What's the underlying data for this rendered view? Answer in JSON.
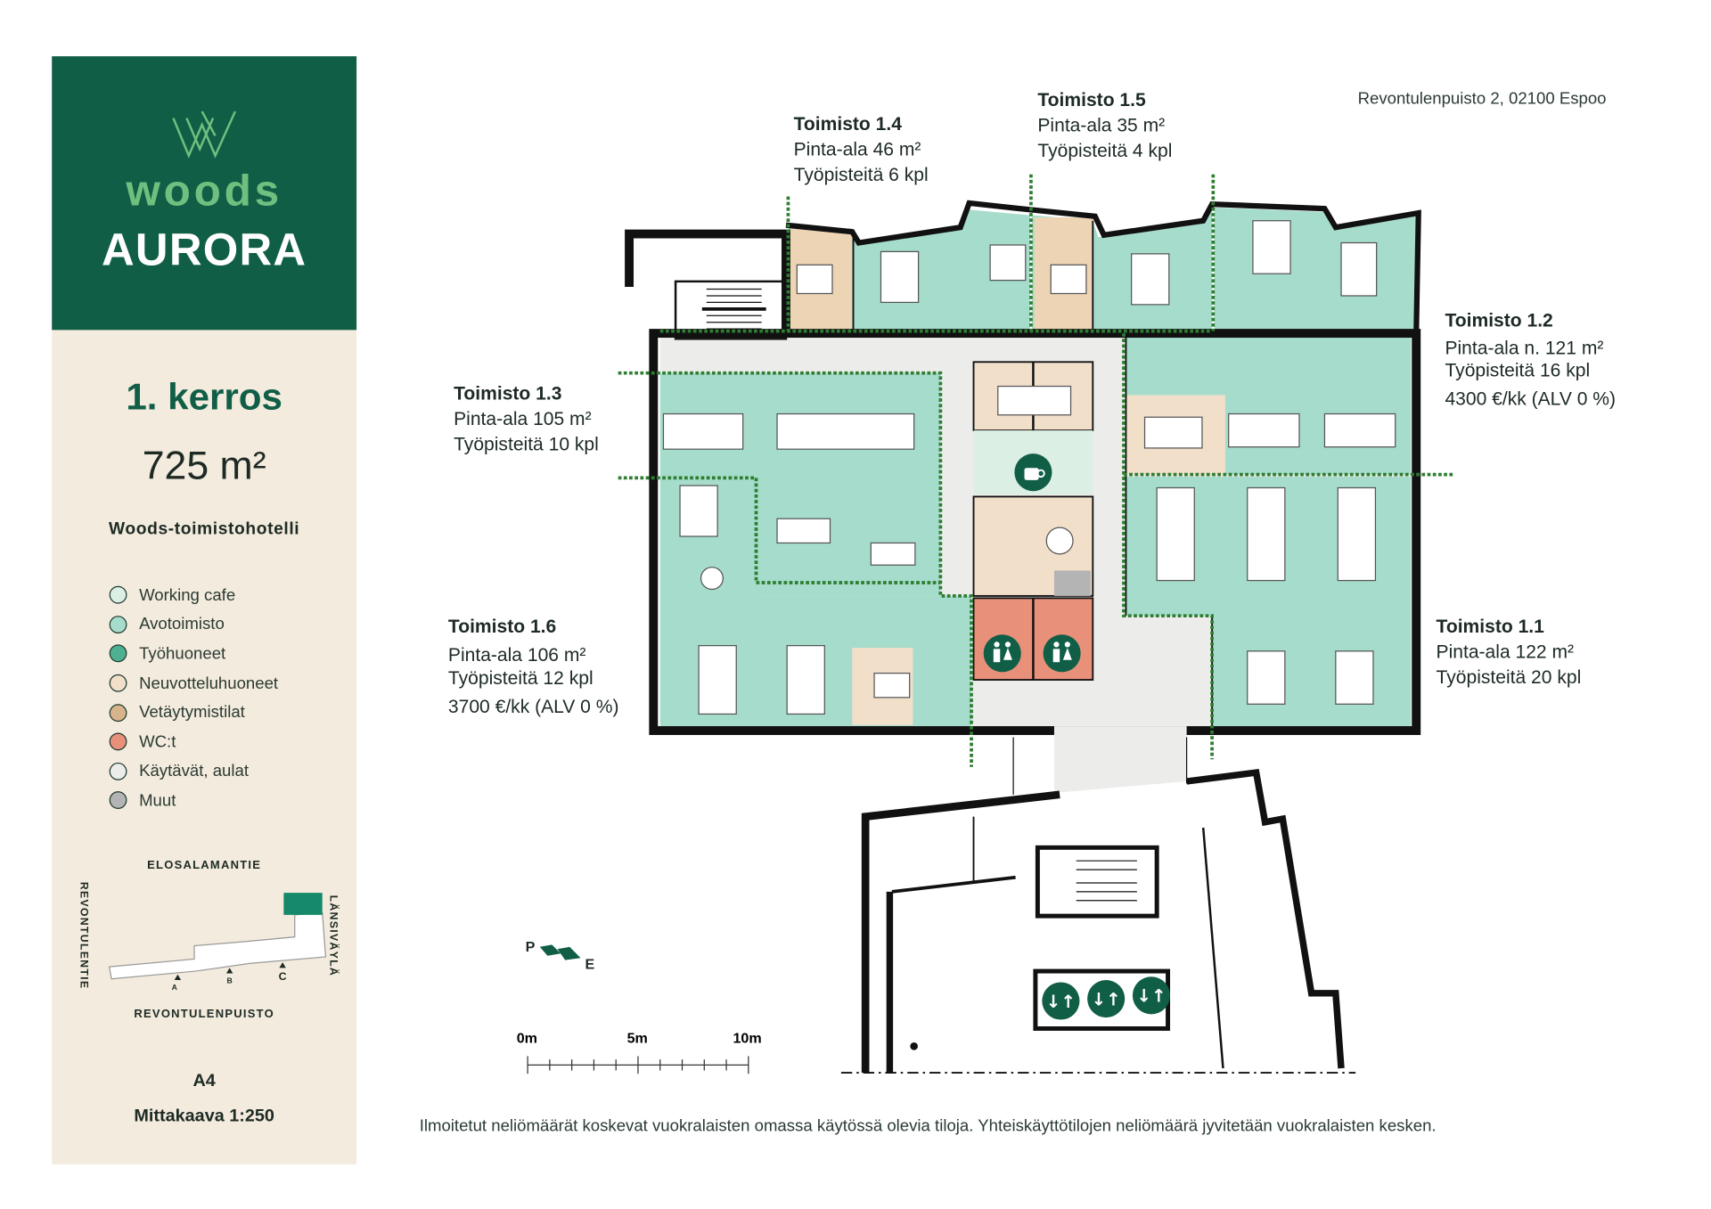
{
  "brand": {
    "logo_text": "woods",
    "building": "AURORA"
  },
  "floor": {
    "title": "1. kerros",
    "area": "725 m²",
    "subtitle": "Woods-toimistohotelli"
  },
  "legend": [
    {
      "label": "Working cafe",
      "color": "#dcefe4"
    },
    {
      "label": "Avotoimisto",
      "color": "#a6dccb"
    },
    {
      "label": "Työhuoneet",
      "color": "#4fb091"
    },
    {
      "label": "Neuvotteluhuoneet",
      "color": "#f1dfca"
    },
    {
      "label": "Vetäytymistilat",
      "color": "#d8b48c"
    },
    {
      "label": "WC:t",
      "color": "#e8907a"
    },
    {
      "label": "Käytävät, aulat",
      "color": "#ececea"
    },
    {
      "label": "Muut",
      "color": "#b4b4b4"
    }
  ],
  "site_map": {
    "streets": {
      "north": "ELOSALAMANTIE",
      "west": "REVONTULENTIE",
      "east": "LÄNSIVÄYLÄ",
      "south": "REVONTULENPUISTO"
    },
    "entrances": [
      "A",
      "B",
      "C"
    ]
  },
  "paper_size": "A4",
  "scale_label": "Mittakaava 1:250",
  "address": "Revontulenpuisto 2, 02100 Espoo",
  "offices": [
    {
      "id": "1.4",
      "title": "Toimisto 1.4",
      "area": "Pinta-ala 46 m²",
      "desks": "Työpisteitä 6 kpl"
    },
    {
      "id": "1.5",
      "title": "Toimisto 1.5",
      "area": "Pinta-ala 35 m²",
      "desks": "Työpisteitä 4 kpl"
    },
    {
      "id": "1.2",
      "title": "Toimisto 1.2",
      "area": "Pinta-ala n. 121 m²",
      "desks": "Työpisteitä 16 kpl",
      "price": "4300 €/kk (ALV 0 %)"
    },
    {
      "id": "1.3",
      "title": "Toimisto 1.3",
      "area": "Pinta-ala 105 m²",
      "desks": "Työpisteitä 10 kpl"
    },
    {
      "id": "1.6",
      "title": "Toimisto 1.6",
      "area": "Pinta-ala 106 m²",
      "desks": "Työpisteitä 12 kpl",
      "price": "3700 €/kk (ALV 0 %)"
    },
    {
      "id": "1.1",
      "title": "Toimisto 1.1",
      "area": "Pinta-ala 122 m²",
      "desks": "Työpisteitä 20 kpl"
    }
  ],
  "compass": {
    "p": "P",
    "e": "E"
  },
  "scale_bar": {
    "labels": [
      "0m",
      "5m",
      "10m"
    ]
  },
  "elevator_symbol": "↓↑",
  "footnote": "Ilmoitetut neliömäärät koskevat vuokralaisten omassa käytössä olevia tiloja. Yhteiskäyttötilojen neliömäärä jyvitetään vuokralaisten kesken.",
  "colors": {
    "brand_green": "#115e47",
    "logo_green": "#6fbf7f",
    "panel": "#f3ebdd",
    "boundary": "#2e7d32"
  }
}
